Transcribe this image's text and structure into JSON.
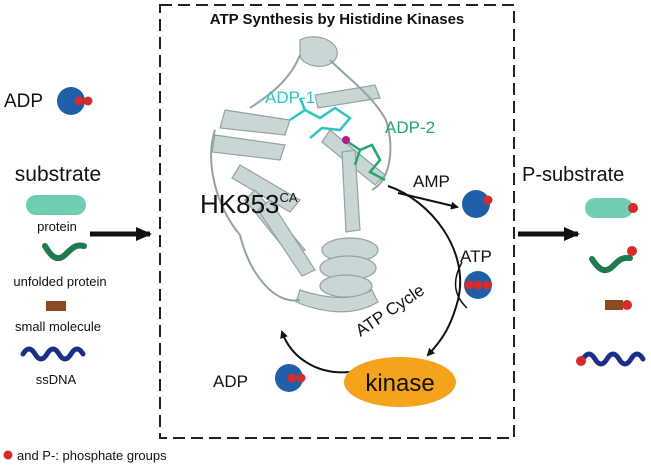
{
  "panel_title": "ATP Synthesis by Histidine Kinases",
  "protein_label": {
    "main": "HK853",
    "superscript": "CA"
  },
  "ligands": {
    "adp1": "ADP-1",
    "adp2": "ADP-2"
  },
  "left": {
    "adp_label": "ADP",
    "substrate_heading": "substrate",
    "items": [
      "protein",
      "unfolded protein",
      "small molecule",
      "ssDNA"
    ]
  },
  "right": {
    "heading": "P-substrate"
  },
  "cycle": {
    "amp_label": "AMP",
    "atp_label": "ATP",
    "adp_label": "ADP",
    "cycle_label": "ATP Cycle",
    "kinase_label": "kinase"
  },
  "footnote": "and P-:  phosphate groups",
  "colors": {
    "nucleotide_blue": "#1f5fa8",
    "phosphate_red": "#d62b2b",
    "protein_teal": "#6fcdb4",
    "unfolded_green": "#1f7a4e",
    "small_molecule_brown": "#8b4a22",
    "ssdna_navy": "#1a2f8a",
    "kinase_orange": "#f5a31c",
    "adp1_cyan": "#2fc4c4",
    "adp2_green": "#25a66a",
    "ribbon_gray": "#c9d6d6"
  }
}
